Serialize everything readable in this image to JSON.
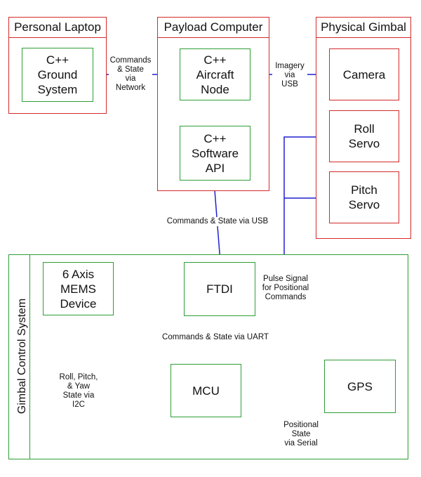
{
  "groups": {
    "laptop": "Personal Laptop",
    "payload": "Payload Computer",
    "gimbal": "Physical Gimbal",
    "control": "Gimbal Control System"
  },
  "nodes": {
    "ground": "C++\nGround\nSystem",
    "aircraft": "C++\nAircraft\nNode",
    "api": "C++\nSoftware\nAPI",
    "camera": "Camera",
    "roll": "Roll\nServo",
    "pitch": "Pitch\nServo",
    "mems": "6 Axis\nMEMS\nDevice",
    "ftdi": "FTDI",
    "mcu": "MCU",
    "gps": "GPS"
  },
  "labels": {
    "network": "Commands\n& State\nvia\nNetwork",
    "imagery": "Imagery\nvia\nUSB",
    "usb": "Commands & State via USB",
    "pulse": "Pulse Signal\nfor Positional\nCommands",
    "uart": "Commands & State via UART",
    "i2c": "Roll, Pitch,\n& Yaw\nState via\nI2C",
    "serial": "Positional\nState\nvia Serial"
  },
  "colors": {
    "group_border": "#d42a2a",
    "node_border": "#2e9e36",
    "arrow": "#1f1fd0"
  }
}
